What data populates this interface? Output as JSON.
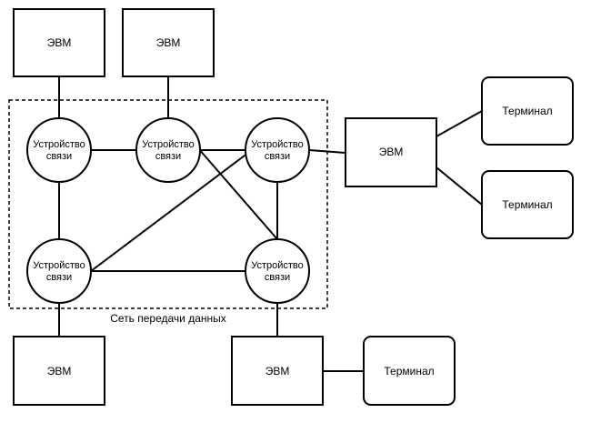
{
  "labels": {
    "computer": "ЭВМ",
    "terminal": "Терминал",
    "comm_device_line1": "Устройство",
    "comm_device_line2": "связи",
    "network": "Сеть передачи данных"
  },
  "nodes": {
    "computers": [
      "ЭВМ",
      "ЭВМ",
      "ЭВМ",
      "ЭВМ",
      "ЭВМ"
    ],
    "terminals": [
      "Терминал",
      "Терминал",
      "Терминал"
    ],
    "comm_devices": [
      [
        "Устройство",
        "связи"
      ],
      [
        "Устройство",
        "связи"
      ],
      [
        "Устройство",
        "связи"
      ],
      [
        "Устройство",
        "связи"
      ],
      [
        "Устройство",
        "связи"
      ]
    ]
  },
  "colors": {
    "stroke": "#000000",
    "fill": "#ffffff",
    "text": "#000000"
  }
}
